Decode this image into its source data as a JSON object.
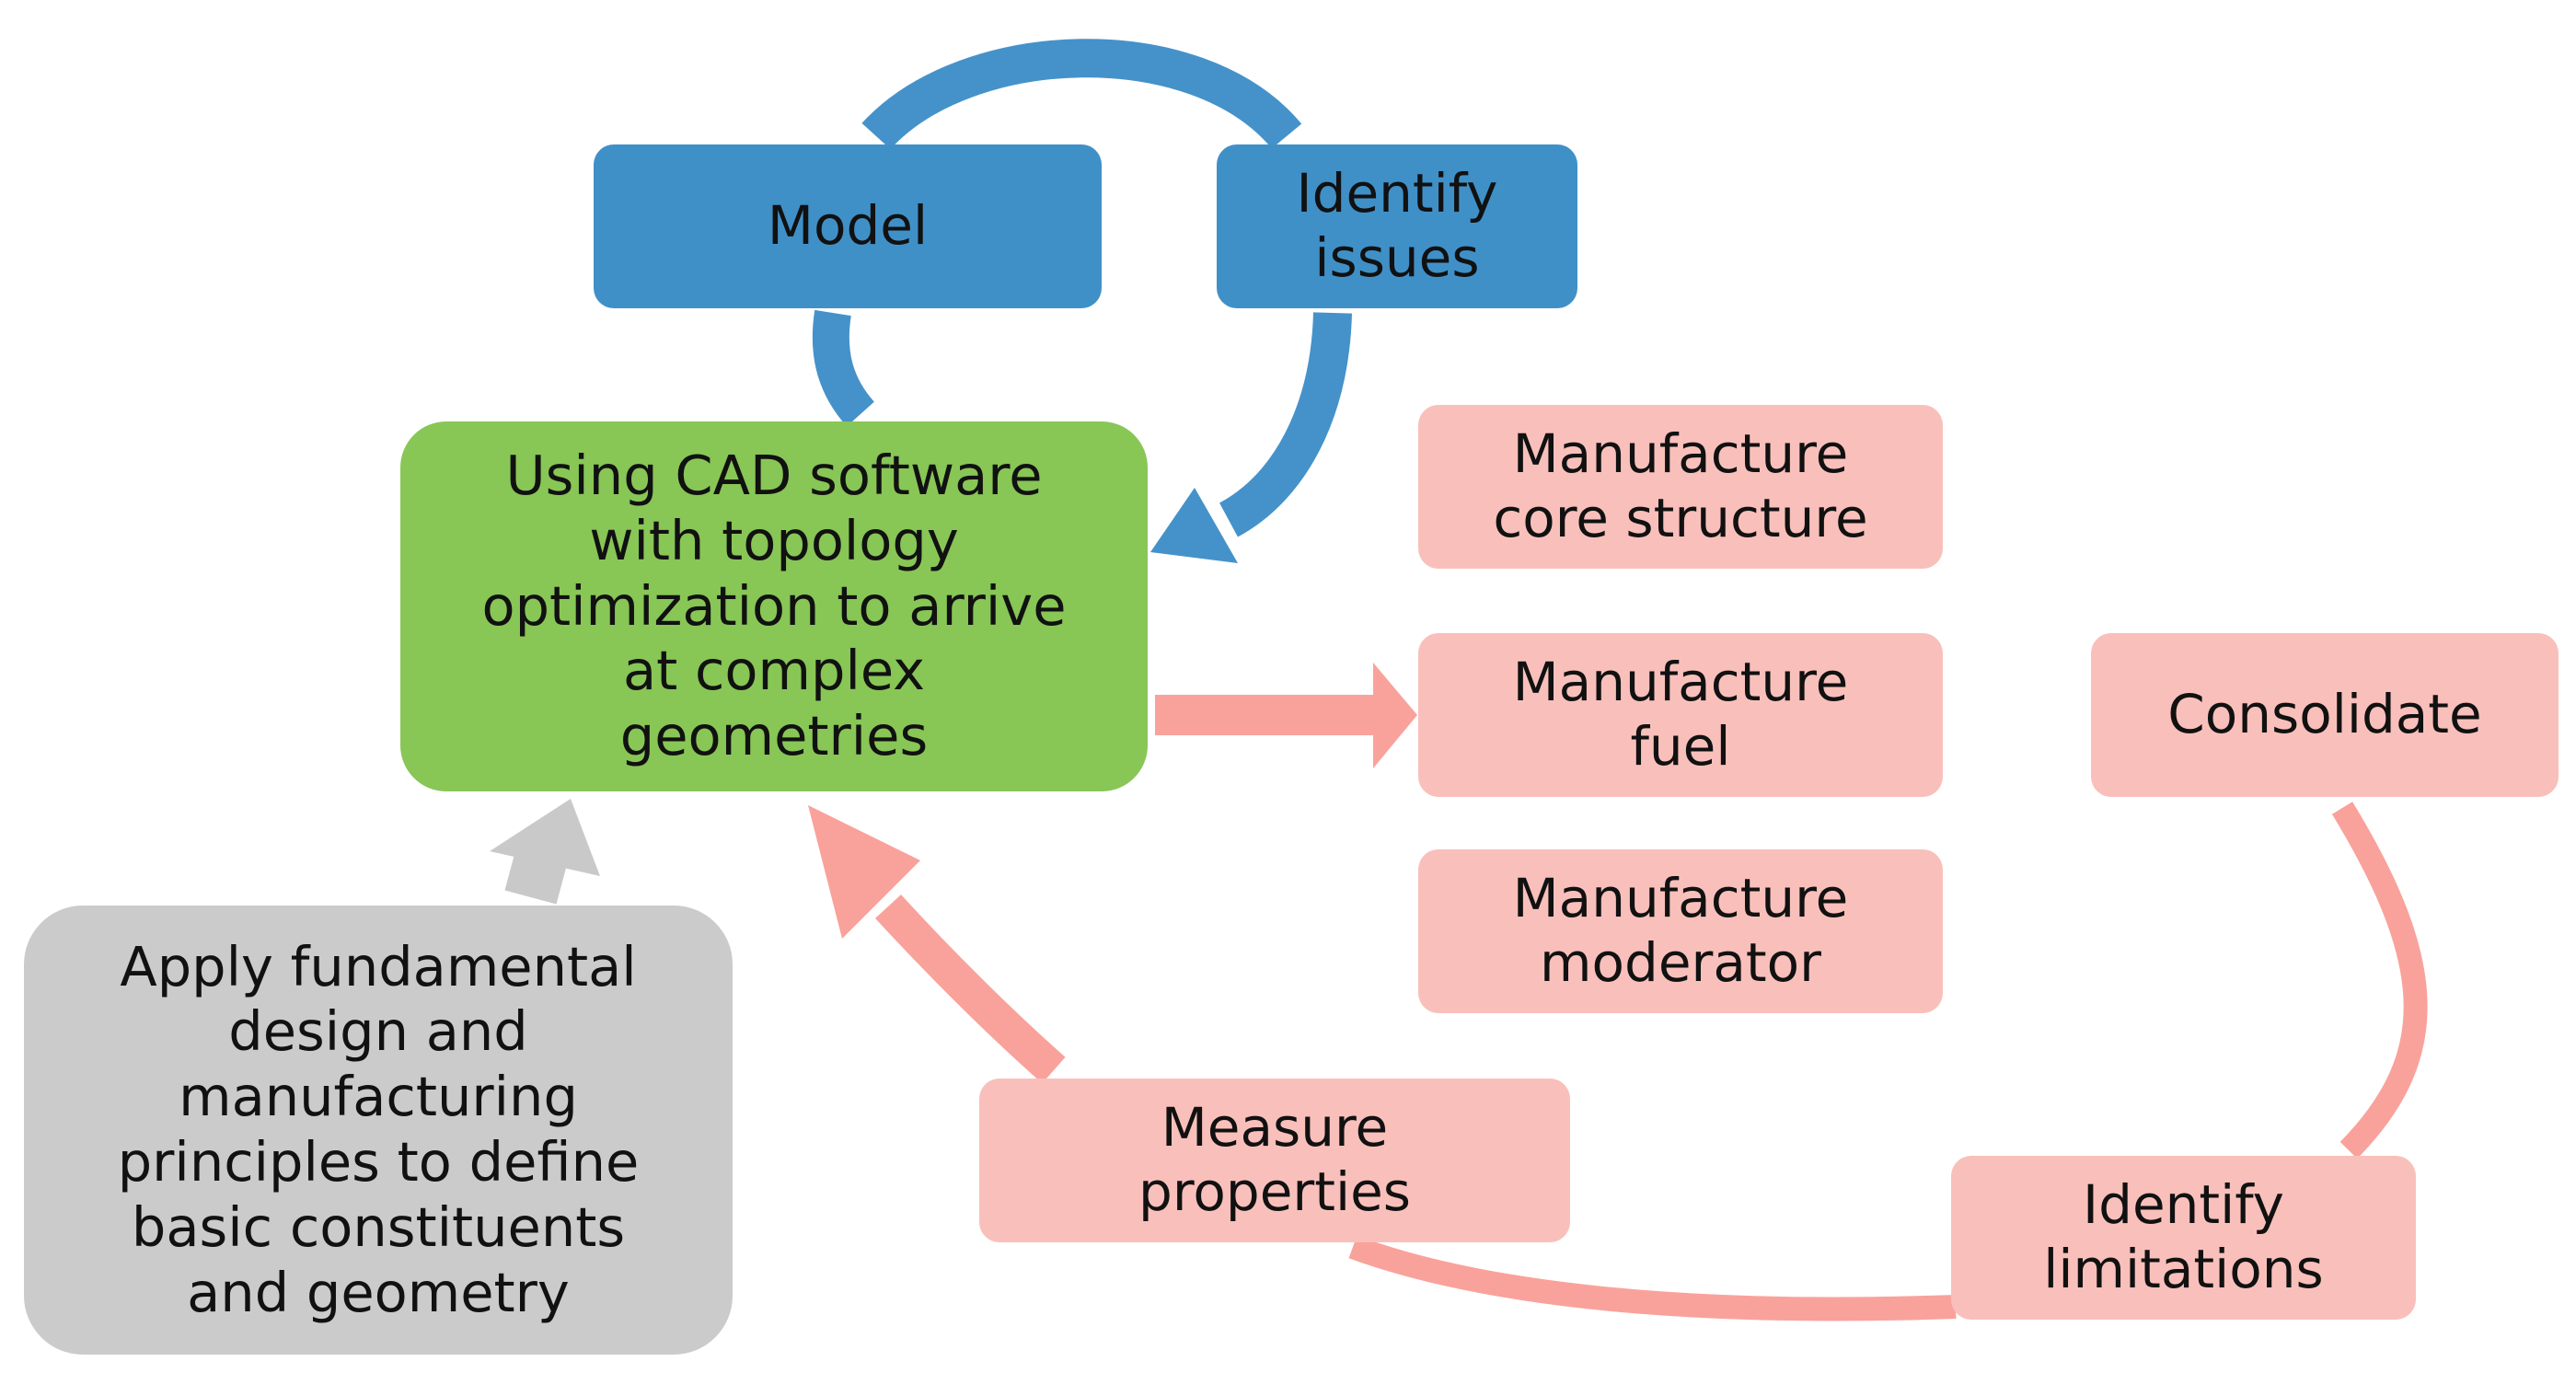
{
  "diagram": {
    "title": "",
    "colors": {
      "blue_box": "#4090c8",
      "blue_arrow": "#4592ca",
      "green_box": "#88c656",
      "pink_box": "#f9c0bb",
      "pink_arrow": "#f9a29b",
      "gray_box": "#cbcbcb",
      "gray_arrow": "#c9c9c9"
    },
    "nodes": {
      "model": "Model",
      "identify_issues": "Identify\nissues",
      "cad": "Using CAD software\nwith topology\noptimization to arrive\nat complex\ngeometries",
      "apply_principles": "Apply fundamental\ndesign and\nmanufacturing\nprinciples to define\nbasic constituents\nand geometry",
      "manufacture_core": "Manufacture\ncore structure",
      "manufacture_fuel": "Manufacture\nfuel",
      "manufacture_moderator": "Manufacture\nmoderator",
      "consolidate": "Consolidate",
      "measure_properties": "Measure\nproperties",
      "identify_limitations": "Identify\nlimitations"
    }
  }
}
